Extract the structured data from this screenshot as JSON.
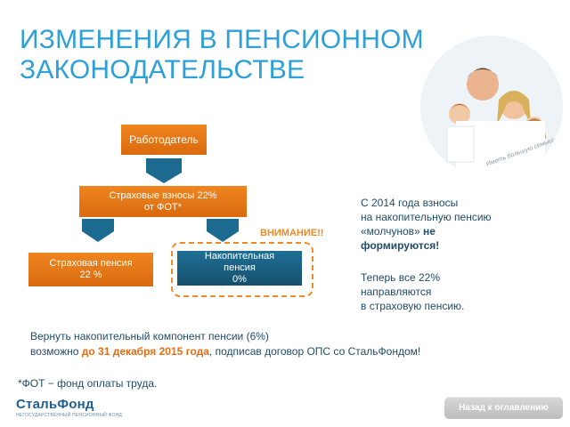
{
  "slide": {
    "title": "ИЗМЕНЕНИЯ В ПЕНСИОННОМ\nЗАКОНОДАТЕЛЬСТВЕ",
    "photo_caption": "Иметь большую семью!",
    "photo_icon": "family-photo-icon"
  },
  "diagram": {
    "employer": "Работодатель",
    "contrib_line1": "Страховые взносы 22%",
    "contrib_line2": "от ФОТ*",
    "insurance_line1": "Страховая пенсия",
    "insurance_line2": "22 %",
    "funded_line1": "Накопительная",
    "funded_line2": "пенсия",
    "funded_line3": "0%",
    "attention": "ВНИМАНИЕ!!"
  },
  "info": {
    "p1a": "С 2014 года взносы",
    "p1b": "на накопительную пенсию",
    "p1c": "«молчунов» ",
    "p1d": "не",
    "p1e": "формируются!",
    "p2a": "Теперь все 22%",
    "p2b": "направляются",
    "p2c": "в страховую пенсию."
  },
  "bottom": {
    "line1": "Вернуть накопительный компонент пенсии (6%)",
    "line2a": "возможно ",
    "line2b": "до 31 декабря 2015 года",
    "line2c": ", подписав договор ОПС со СтальФондом!",
    "footnote": "*ФОТ − фонд оплаты труда."
  },
  "footer": {
    "logo": "СтальФонд",
    "logo_sub": "НЕГОСУДАРСТВЕННЫЙ ПЕНСИОННЫЙ ФОНД",
    "back_button": "Назад к оглавлению"
  },
  "colors": {
    "title_blue": "#2f9fd8",
    "orange": "#f08a24",
    "navy_box": "#1f6f95",
    "text_dark": "#214c66"
  }
}
